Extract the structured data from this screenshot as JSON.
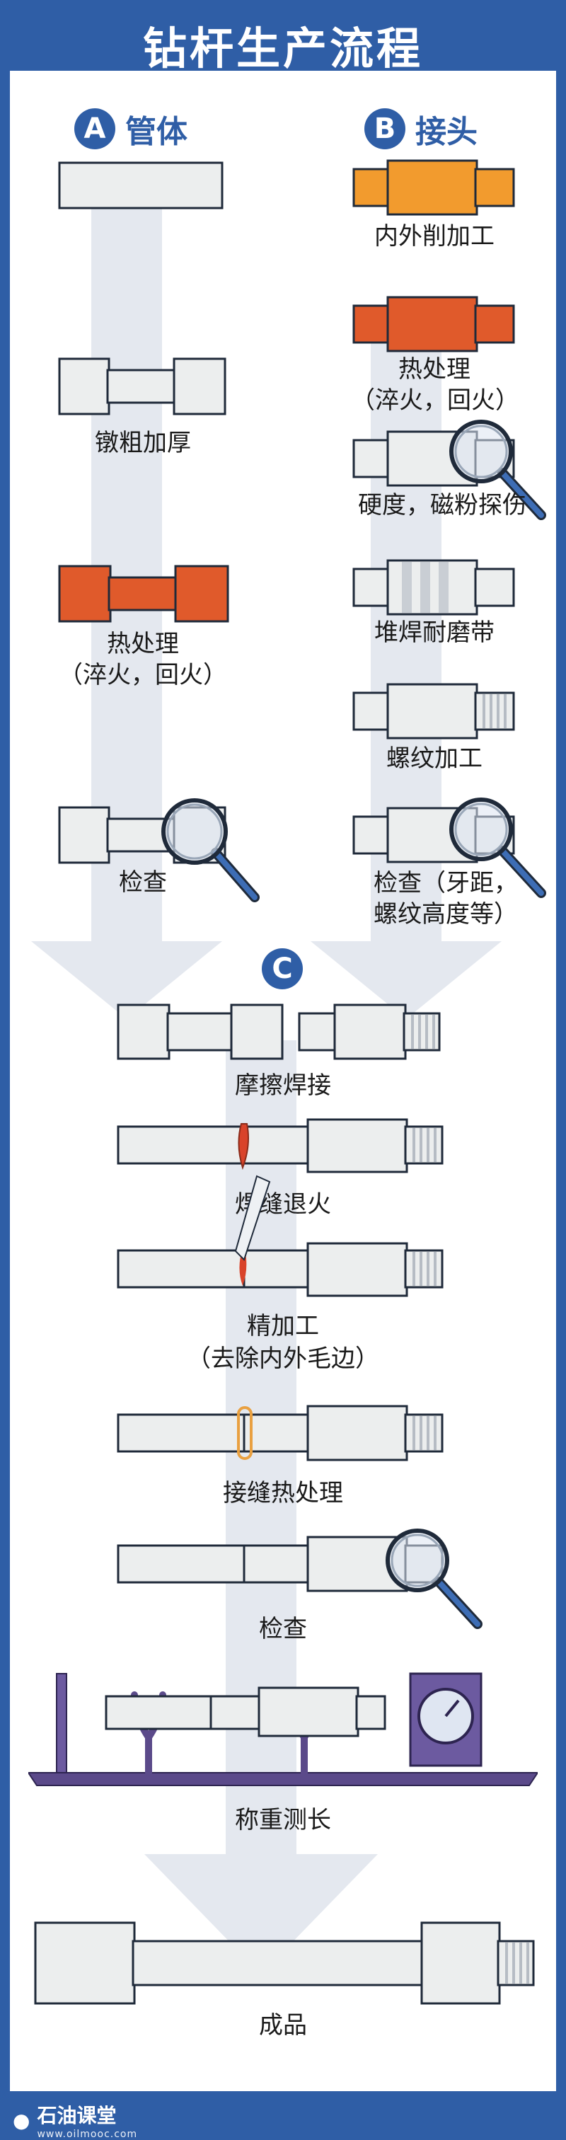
{
  "title": "钻杆生产流程",
  "sections": {
    "a": {
      "letter": "A",
      "label": "管体"
    },
    "b": {
      "letter": "B",
      "label": "接头"
    },
    "c": {
      "letter": "C"
    }
  },
  "steps_a": [
    "镦粗加厚",
    "热处理",
    "（淬火，回火）",
    "检查"
  ],
  "steps_b": [
    "内外削加工",
    "热处理",
    "（淬火，回火）",
    "硬度，磁粉探伤",
    "堆焊耐磨带",
    "螺纹加工",
    "检查（牙距，",
    "螺纹高度等）"
  ],
  "steps_c": [
    "摩擦焊接",
    "焊缝退火",
    "精加工",
    "（去除内外毛边）",
    "接缝热处理",
    "检查",
    "称重测长",
    "成品"
  ],
  "footer": {
    "brand": "石油课堂",
    "url": "www.oilmooc.com"
  },
  "colors": {
    "brand_blue": "#2f5ea6",
    "heat_orange": "#e05a2b",
    "pipe_white": "#eceeee",
    "pipe_outline": "#1f2a3a",
    "annealing_orange": "#e9a040"
  }
}
